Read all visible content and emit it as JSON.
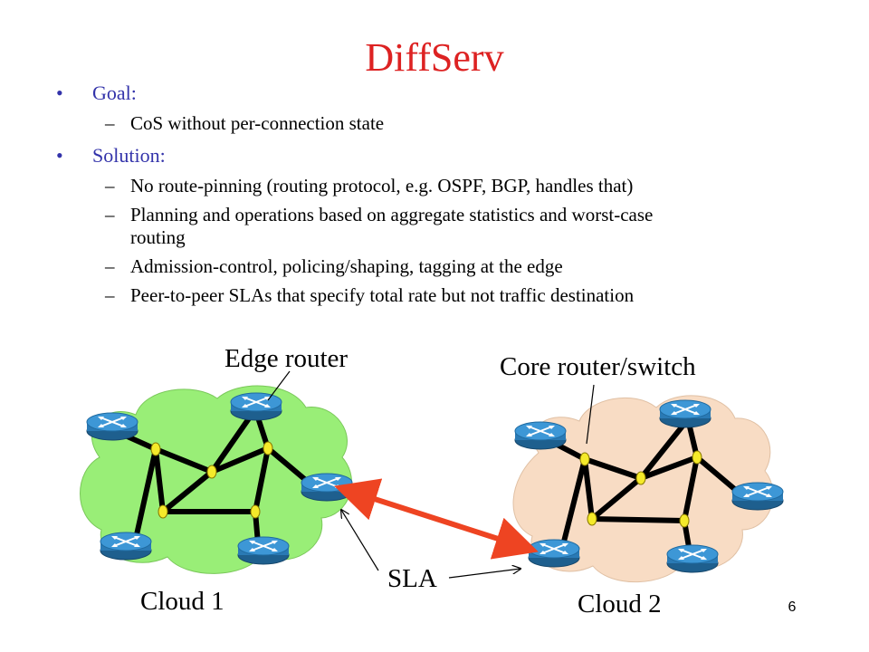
{
  "slide": {
    "title": "DiffServ",
    "page_number": "6",
    "bullets": [
      {
        "label": "Goal:",
        "subs": [
          "CoS without per-connection state"
        ]
      },
      {
        "label": "Solution:",
        "subs": [
          "No route-pinning (routing protocol, e.g. OSPF, BGP, handles that)",
          "Planning and operations based on aggregate statistics and worst-case",
          "Admission-control, policing/shaping, tagging at the edge",
          "Peer-to-peer SLAs that specify total rate but not traffic destination"
        ],
        "sub2_cont": "routing"
      }
    ]
  },
  "diagram": {
    "labels": {
      "edge_router": "Edge router",
      "core_router": "Core router/switch",
      "sla": "SLA",
      "cloud1": "Cloud 1",
      "cloud2": "Cloud 2"
    },
    "colors": {
      "title": "#dd2222",
      "bullet": "#3333aa",
      "cloud1": "#99ee77",
      "cloud2": "#f8dcc4",
      "router": "#2f86c4",
      "node": "#f5ea2a",
      "sla_arrow": "#ee4422"
    },
    "icons": {
      "router": "router-icon",
      "node": "core-switch-node-icon"
    }
  }
}
